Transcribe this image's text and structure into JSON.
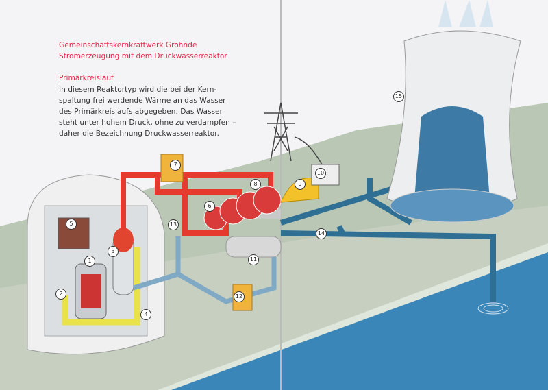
{
  "heading": {
    "line1": "Gemeinschaftskernkraftwerk Grohnde",
    "line2": "Stromerzeugung mit dem Druckwasserreaktor"
  },
  "section": {
    "title": "Primärkreislauf",
    "lines": [
      "In diesem Reaktortyp wird die bei der Kern-",
      "spaltung frei werdende Wärme an das Wasser",
      "des Primärkreislaufs abgegeben. Das Wasser",
      "steht unter hohem Druck, ohne zu verdampfen –",
      "daher die Bezeichnung Druckwasserreaktor."
    ]
  },
  "markers": [
    "1",
    "2",
    "3",
    "4",
    "5",
    "6",
    "7",
    "8",
    "9",
    "10",
    "11",
    "12",
    "13",
    "14",
    "15"
  ],
  "colors": {
    "accent": "#e5254a",
    "primary_loop": "#e63a2e",
    "secondary_loop": "#2f6f94",
    "coolant": "#e9e24a"
  }
}
